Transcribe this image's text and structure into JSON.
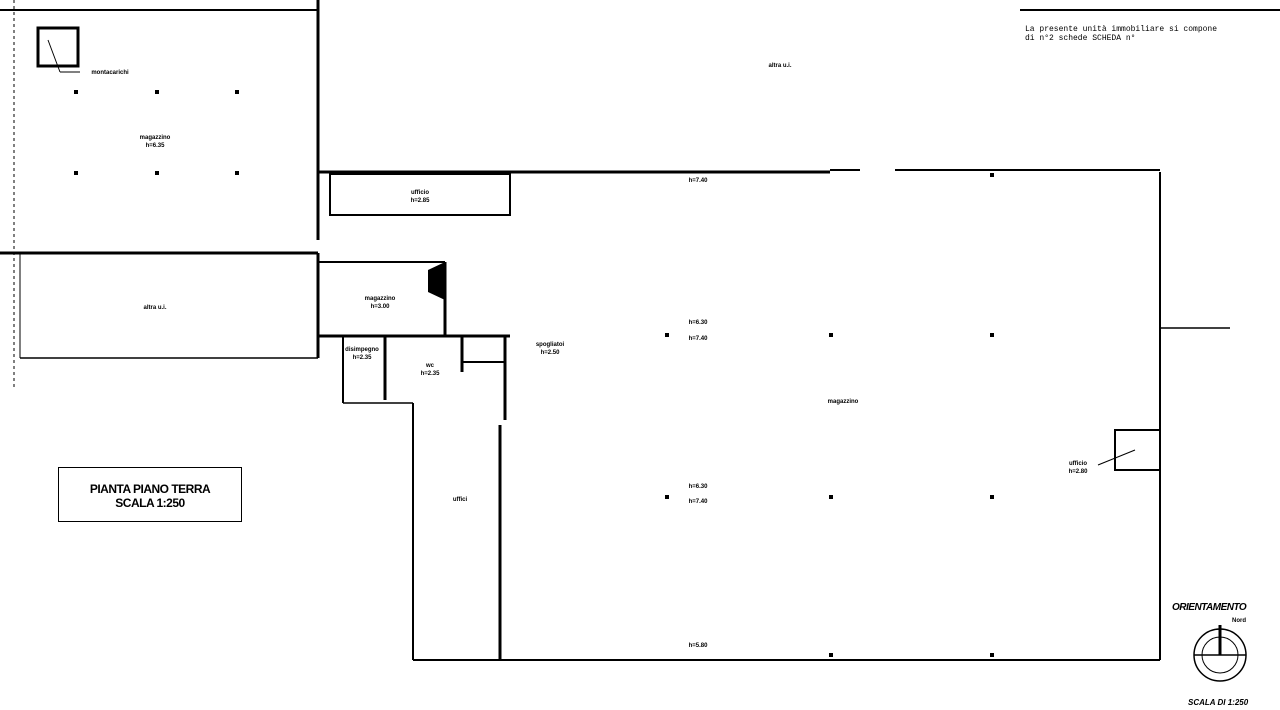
{
  "title_block": {
    "line1": "PIANTA PIANO TERRA",
    "line2": "SCALA 1:250"
  },
  "note": {
    "line1": "La presente unità immobiliare si compone",
    "line2": "di n°2 schede SCHEDA n°"
  },
  "orientation": {
    "label": "ORIENTAMENTO",
    "north": "Nord",
    "scale": "SCALA DI 1:250"
  },
  "rooms": [
    {
      "name": "montacarichi",
      "height": ""
    },
    {
      "name": "magazzino",
      "height": "h=6.35"
    },
    {
      "name": "ufficio",
      "height": "h=2.85"
    },
    {
      "name": "altra u.i.",
      "height": ""
    },
    {
      "name": "altra u.i.",
      "height": ""
    },
    {
      "name": "magazzino",
      "height": "h=3.00"
    },
    {
      "name": "wc",
      "height": "h=2.35"
    },
    {
      "name": "spogliatoi",
      "height": "h=2.50"
    },
    {
      "name": "disimpegno",
      "height": "h=2.35"
    },
    {
      "name": "magazzino",
      "height": ""
    },
    {
      "name": "ufficio",
      "height": "h=2.80"
    },
    {
      "name": "uffici",
      "height": ""
    }
  ],
  "heights": [
    "h=7.40",
    "h=6.30",
    "h=7.40",
    "h=6.30",
    "h=7.40",
    "h=5.80"
  ]
}
